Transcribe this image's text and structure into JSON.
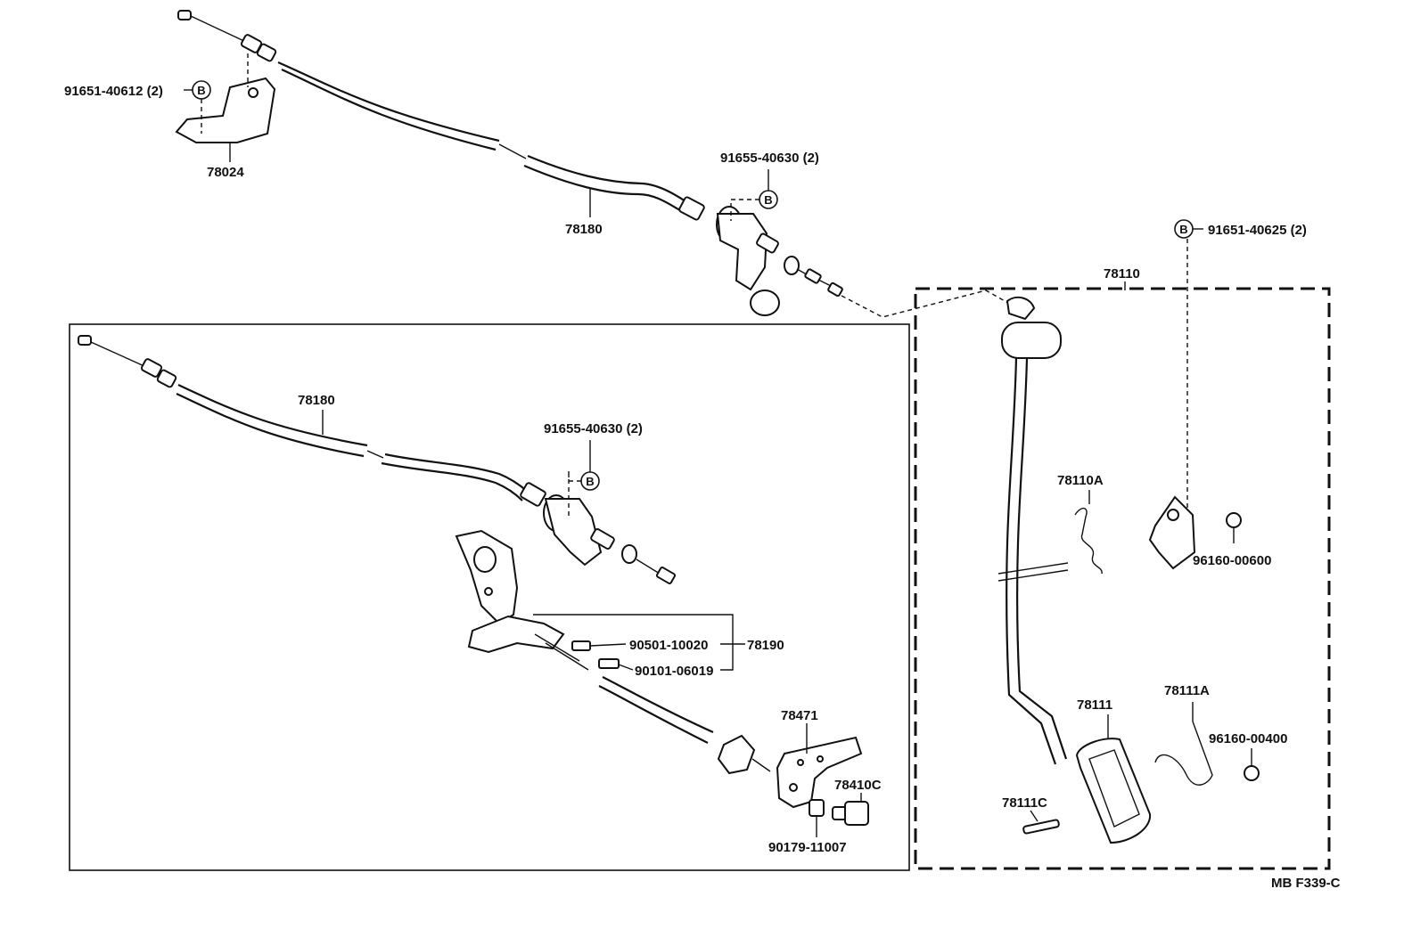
{
  "labels": {
    "bolt_top_left": "91651-40612 (2)",
    "bracket_top": "78024",
    "cable_top": "78180",
    "bolt_cable_top": "91655-40630 (2)",
    "bolt_pedal": "91651-40625 (2)",
    "pedal_assy": "78110",
    "cable_inset": "78180",
    "bolt_cable_inset": "91655-40630 (2)",
    "spring_78110a": "78110A",
    "clip_96160_00600": "96160-00600",
    "screw_90501": "90501-10020",
    "link_78190": "78190",
    "screw_90101": "90101-06019",
    "bracket_78471": "78471",
    "knob_78410c": "78410C",
    "nut_90179": "90179-11007",
    "pedal_pad": "78111",
    "spring_78111a": "78111A",
    "clip_96160_00400": "96160-00400",
    "pin_78111c": "78111C",
    "figure_code": "MB F339-C"
  },
  "callout_letter": "B"
}
